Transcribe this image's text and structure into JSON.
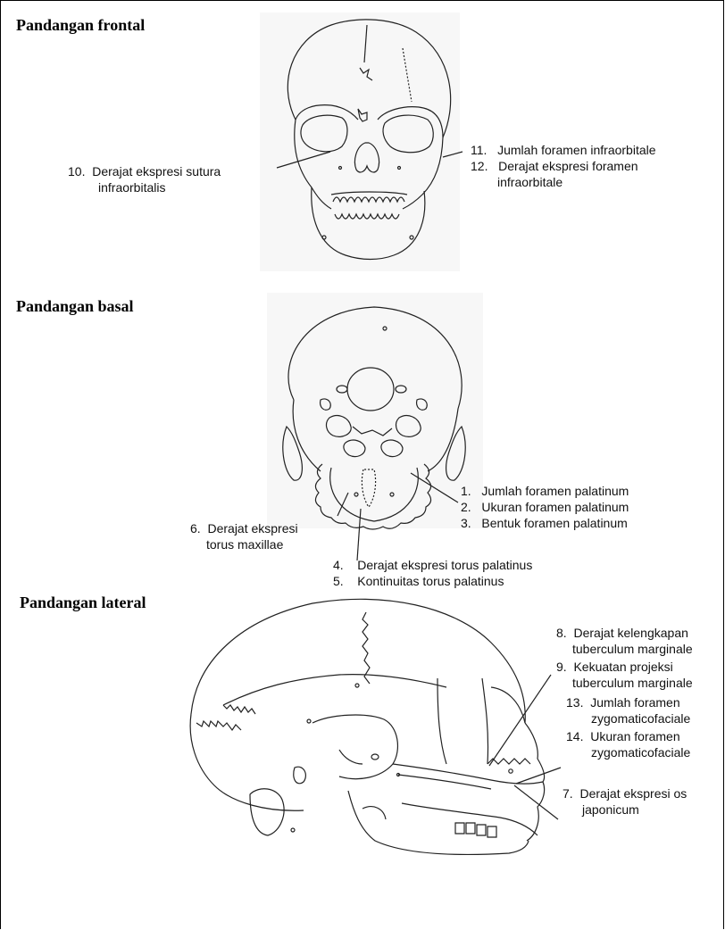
{
  "sections": {
    "frontal": {
      "title": "Pandangan frontal",
      "label_10_num": "10.",
      "label_10_line1": "Derajat ekspresi sutura",
      "label_10_line2": "infraorbitalis",
      "label_11_num": "11.",
      "label_11_text": "Jumlah foramen infraorbitale",
      "label_12_num": "12.",
      "label_12_line1": "Derajat ekspresi foramen",
      "label_12_line2": "infraorbitale"
    },
    "basal": {
      "title": "Pandangan basal",
      "label_1_num": "1.",
      "label_1_text": "Jumlah foramen palatinum",
      "label_2_num": "2.",
      "label_2_text": "Ukuran foramen palatinum",
      "label_3_num": "3.",
      "label_3_text": "Bentuk foramen palatinum",
      "label_6_num": "6.",
      "label_6_line1": "Derajat ekspresi",
      "label_6_line2": "torus maxillae",
      "label_4_num": "4.",
      "label_4_text": "Derajat ekspresi torus palatinus",
      "label_5_num": "5.",
      "label_5_text": "Kontinuitas torus palatinus"
    },
    "lateral": {
      "title": "Pandangan lateral",
      "label_8_num": "8.",
      "label_8_line1": "Derajat kelengkapan",
      "label_8_line2": "tuberculum marginale",
      "label_9_num": "9.",
      "label_9_line1": "Kekuatan projeksi",
      "label_9_line2": "tuberculum marginale",
      "label_13_num": "13.",
      "label_13_line1": "Jumlah foramen",
      "label_13_line2": "zygomaticofaciale",
      "label_14_num": "14.",
      "label_14_line1": "Ukuran foramen",
      "label_14_line2": "zygomaticofaciale",
      "label_7_num": "7.",
      "label_7_line1": "Derajat ekspresi os",
      "label_7_line2": "japonicum"
    }
  }
}
